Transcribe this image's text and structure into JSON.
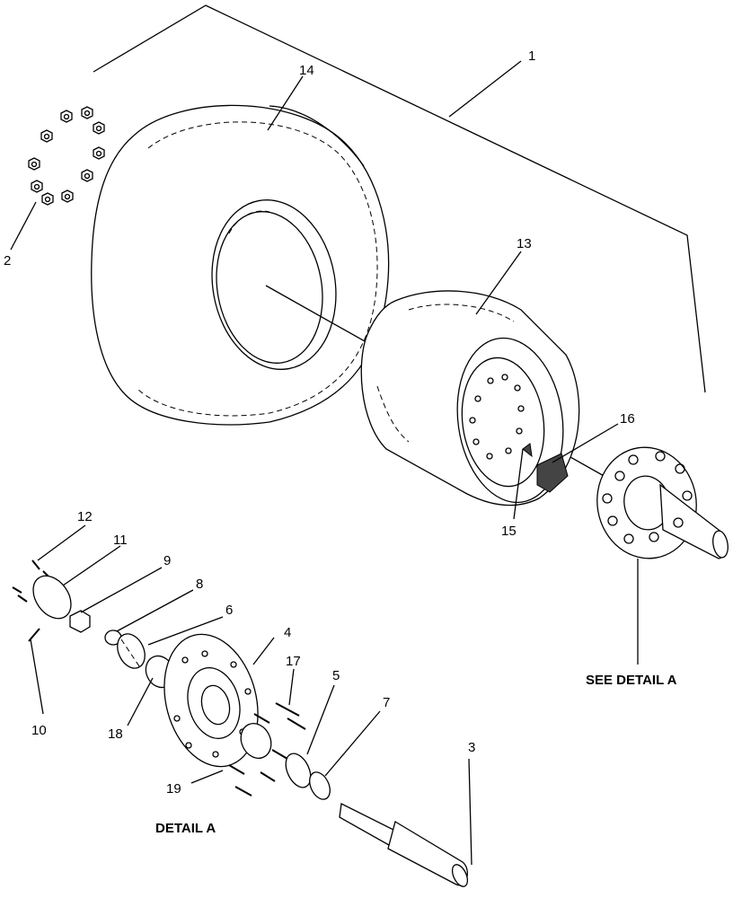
{
  "callouts": {
    "c1": "1",
    "c2": "2",
    "c3": "3",
    "c4": "4",
    "c5": "5",
    "c6": "6",
    "c7": "7",
    "c8": "8",
    "c9": "9",
    "c10": "10",
    "c11": "11",
    "c12": "12",
    "c13": "13",
    "c14": "14",
    "c15": "15",
    "c16": "16",
    "c17": "17",
    "c18": "18",
    "c19": "19"
  },
  "captions": {
    "see_detail": "SEE DETAIL A",
    "detail": "DETAIL A"
  }
}
